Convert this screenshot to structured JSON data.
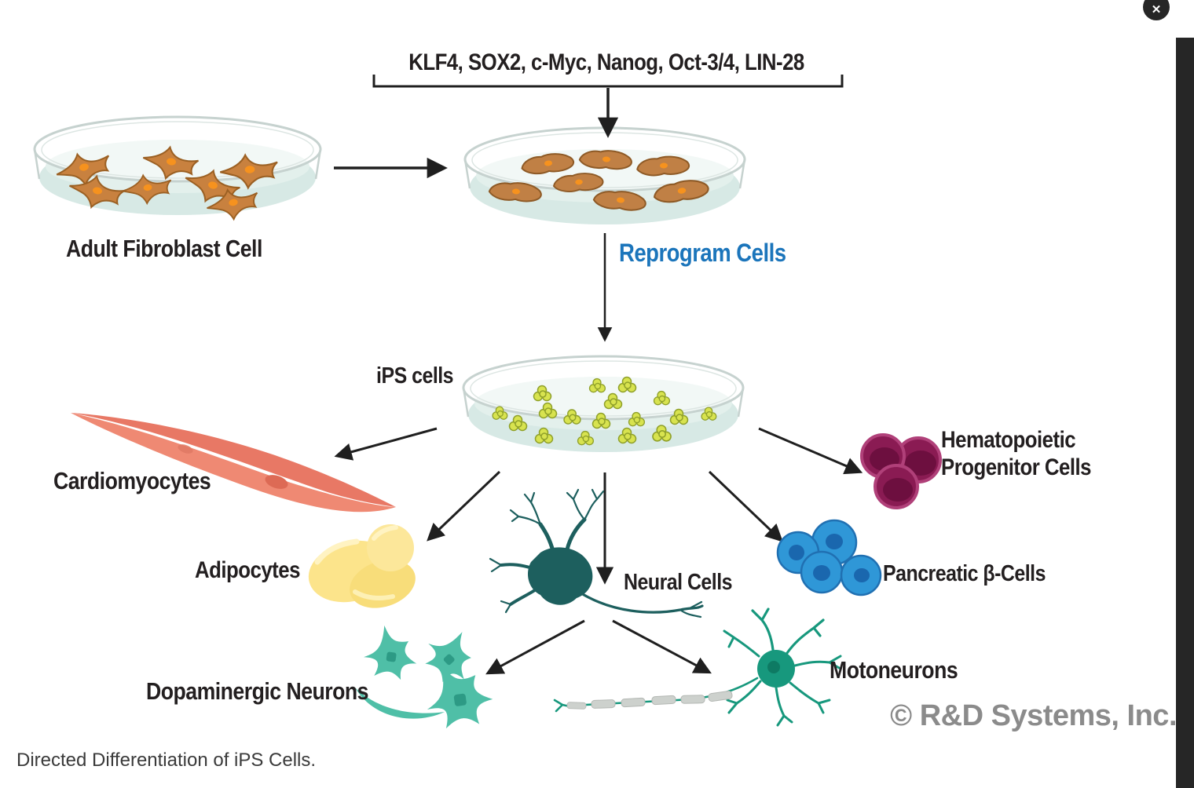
{
  "diagram": {
    "factors": "KLF4, SOX2, c-Myc, Nanog, Oct-3/4, LIN-28",
    "source_label": "Adult Fibroblast Cell",
    "reprogram_label": "Reprogram Cells",
    "ips_label": "iPS cells",
    "cells": {
      "cardiomyocytes": "Cardiomyocytes",
      "adipocytes": "Adipocytes",
      "neural": "Neural Cells",
      "dopaminergic": "Dopaminergic Neurons",
      "motoneurons": "Motoneurons",
      "pancreatic": "Pancreatic β-Cells",
      "hematopoietic": "Hematopoietic Progenitor Cells"
    }
  },
  "watermark": "© R&D Systems, Inc.",
  "caption": "Directed Differentiation of iPS Cells.",
  "close_button_glyph": "✕",
  "colors": {
    "reprogram_text": "#1b75bb",
    "label_text": "#231f20",
    "watermark_gray": "#8b8b8b",
    "dish_medium": "#d7e9e5",
    "fibroblast_cell": "#c8813f",
    "fibroblast_nucleus": "#f6921e",
    "ips_colony": "#d8e34f",
    "cardiomyocyte": "#ef8973",
    "adipocyte": "#fce48b",
    "neural_cell": "#1d5f5e",
    "dopaminergic_neuron": "#4fbfa7",
    "motoneuron": "#17987d",
    "pancreatic_beta_cell": "#2f97d7",
    "hematopoietic_cell": "#8a1b53",
    "arrow": "#1f1f1f"
  }
}
